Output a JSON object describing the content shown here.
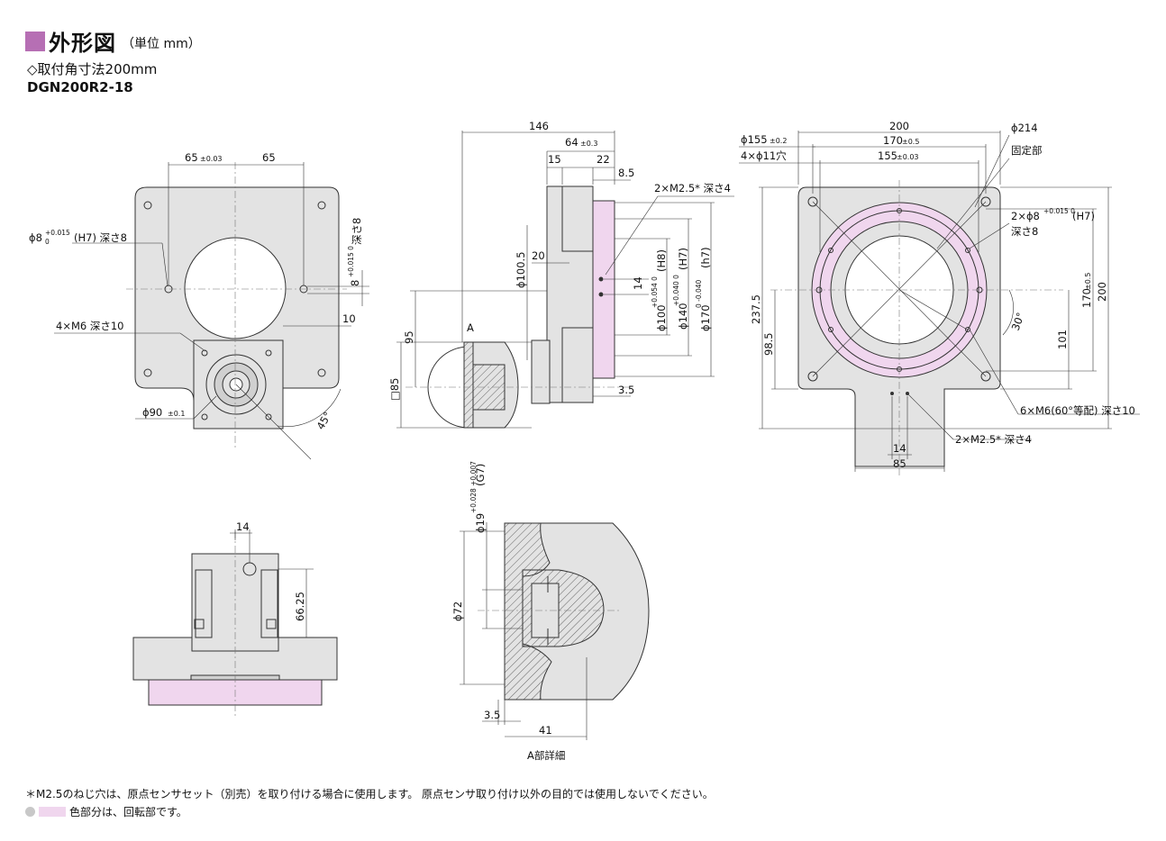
{
  "header": {
    "title": "外形図",
    "unit": "（単位 mm）",
    "mount_size": "◇取付角寸法200mm",
    "model": "DGN200R2-18"
  },
  "colors": {
    "accent": "#b66fb4",
    "body": "#e3e3e3",
    "rotating": "#f0d6ee",
    "line": "#333333"
  },
  "front_view": {
    "dims": {
      "d65_tol": "65",
      "d65_tol_note": "±0.03",
      "d65": "65",
      "pin_hole": "ϕ8",
      "pin_hole_tol_up": "+0.015",
      "pin_hole_tol_lo": "0",
      "pin_hole_fit": "(H7) 深さ8",
      "right_8": "8",
      "right_8_tol": "+0.015 0",
      "right_depth": "深さ8",
      "d10": "10",
      "m6": "4×M6 深さ10",
      "phi90": "ϕ90",
      "phi90_tol": "±0.1",
      "angle45": "45°"
    }
  },
  "side_view": {
    "dims": {
      "d146": "146",
      "d64": "64",
      "d64_tol": "±0.3",
      "d15": "15",
      "d22": "22",
      "d8_5": "8.5",
      "m25": "2×M2.5* 深さ4",
      "phi100_5": "ϕ100.5",
      "d20": "20",
      "d14": "14",
      "phi100": "ϕ100",
      "phi100_tol": "+0.054 0",
      "phi100_fit": "(H8)",
      "phi140": "ϕ140",
      "phi140_tol": "+0.040 0",
      "phi140_fit": "(H7)",
      "phi170": "ϕ170",
      "phi170_tol": "0 -0.040",
      "phi170_fit": "(h7)",
      "d95": "95",
      "sq85": "□85",
      "label_a": "A",
      "d3_5": "3.5"
    }
  },
  "top_view": {
    "dims": {
      "d200": "200",
      "phi214": "ϕ214",
      "phi155": "ϕ155",
      "phi155_tol": "±0.2",
      "holes11": "4×ϕ11穴",
      "d170": "170",
      "d170_tol": "±0.5",
      "d155": "155",
      "d155_tol": "±0.03",
      "fixed": "固定部",
      "pin2": "2×ϕ8",
      "pin2_tol": "+0.015 0",
      "pin2_fit": "(H7)",
      "pin2_depth": "深さ8",
      "d237_5": "237.5",
      "d98_5": "98.5",
      "angle30": "30°",
      "d101": "101",
      "d170r": "170",
      "d170r_tol": "±0.5",
      "d200r": "200",
      "m6x6": "6×M6(60°等配) 深さ10",
      "m25x2": "2×M2.5* 深さ4",
      "d14": "14",
      "d85": "85"
    }
  },
  "bottom_view": {
    "dims": {
      "d14": "14",
      "d66_25": "66.25"
    }
  },
  "detail_a": {
    "dims": {
      "phi19": "ϕ19",
      "phi19_tol": "+0.028 +0.007",
      "phi19_fit": "(G7)",
      "phi72": "ϕ72",
      "d3_5": "3.5",
      "d41": "41",
      "caption": "A部詳細"
    }
  },
  "footnotes": {
    "note1": "＊M2.5のねじ穴は、原点センサセット（別売）を取り付ける場合に使用します。 原点センサ取り付け以外の目的では使用しないでください。",
    "note2": "色部分は、回転部です。"
  }
}
